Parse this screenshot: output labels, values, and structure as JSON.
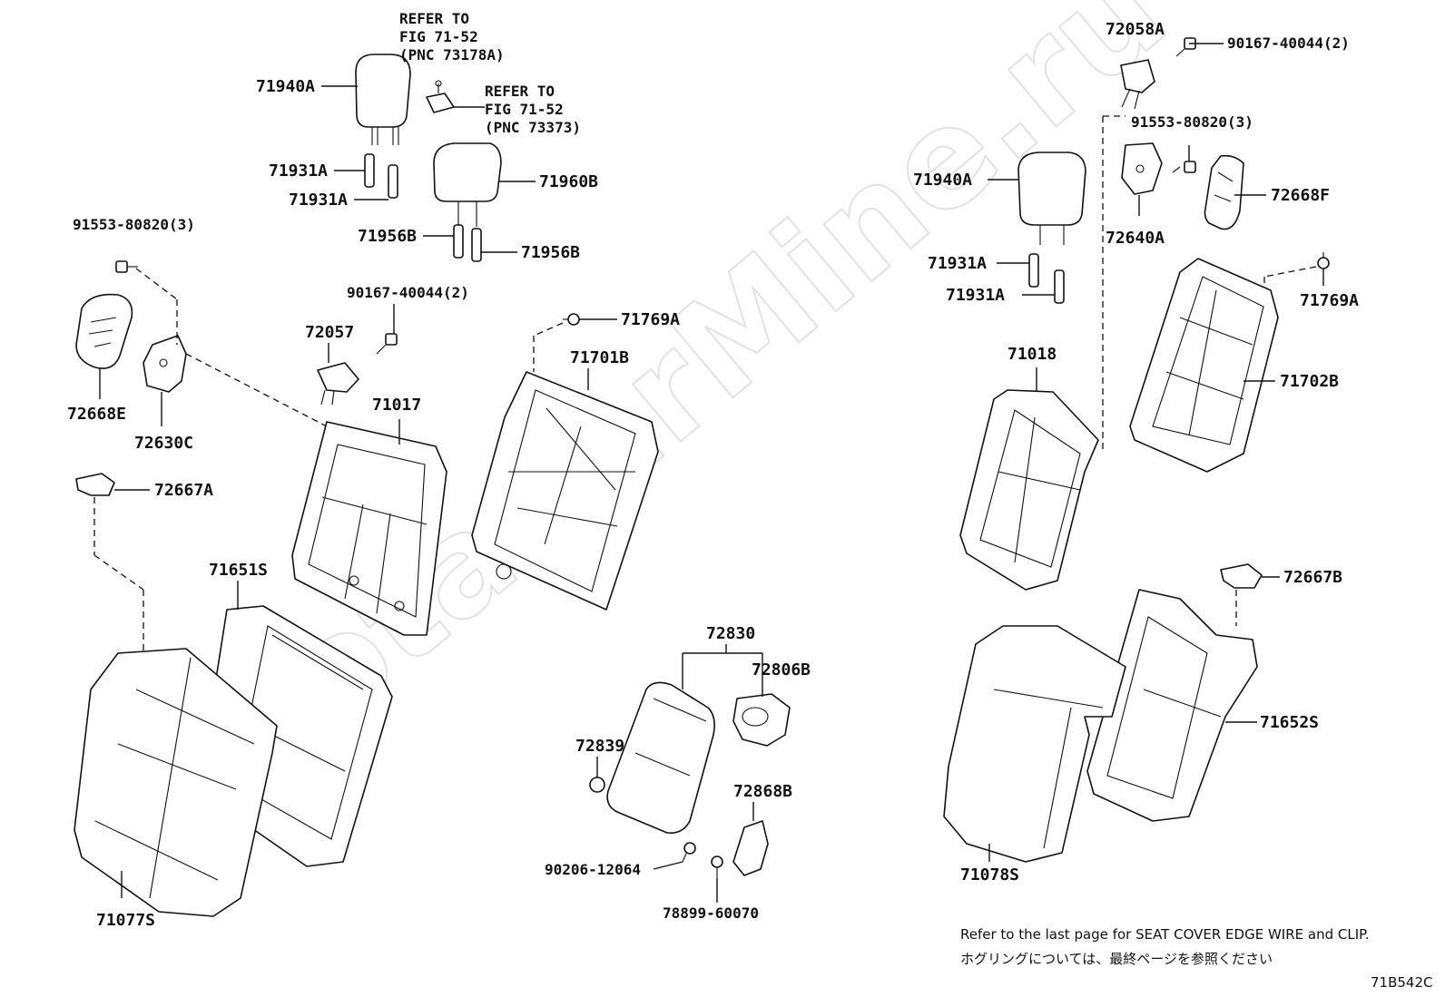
{
  "watermark": "ToyotaCarMine.ru",
  "figure_code": "71B542C",
  "notes": {
    "line1": "Refer to the last page for SEAT COVER EDGE WIRE and CLIP.",
    "line2": "ホグリングについては、最終ページを参照ください"
  },
  "refer_notes": {
    "headrest_support": [
      "REFER TO",
      "FIG 71-52",
      "(PNC 73178A)"
    ],
    "lock_knob": [
      "REFER TO",
      "FIG 71-52",
      "(PNC 73373)"
    ]
  },
  "labels": {
    "p71940A_left": "71940A",
    "p71931A_l1": "71931A",
    "p71931A_l2": "71931A",
    "p71960B": "71960B",
    "p71956B_1": "71956B",
    "p71956B_2": "71956B",
    "p91553_left": "91553-80820(3)",
    "p72668E": "72668E",
    "p72630C": "72630C",
    "p90167_mid": "90167-40044(2)",
    "p72057": "72057",
    "p71017": "71017",
    "p71769A_mid": "71769A",
    "p71701B": "71701B",
    "p72667A": "72667A",
    "p71651S": "71651S",
    "p71077S": "71077S",
    "p72830": "72830",
    "p72806B": "72806B",
    "p72839": "72839",
    "p72868B": "72868B",
    "p90206": "90206-12064",
    "p78899": "78899-60070",
    "p72058A": "72058A",
    "p90167_right": "90167-40044(2)",
    "p91553_right": "91553-80820(3)",
    "p71940A_right": "71940A",
    "p72668F": "72668F",
    "p72640A": "72640A",
    "p71931A_r1": "71931A",
    "p71931A_r2": "71931A",
    "p71769A_right": "71769A",
    "p71018": "71018",
    "p71702B": "71702B",
    "p72667B": "72667B",
    "p71652S": "71652S",
    "p71078S": "71078S"
  }
}
